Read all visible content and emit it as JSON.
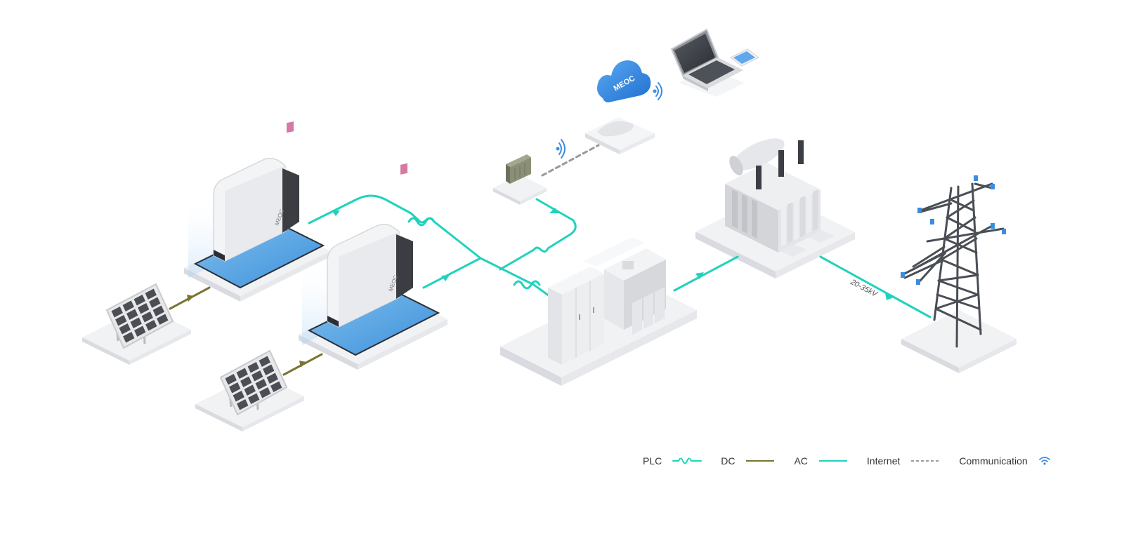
{
  "colors": {
    "ac": "#20d2bd",
    "dc": "#7b7431",
    "internet": "#9a9a9a",
    "wifi": "#3a8de0",
    "cloud": "#2f86e0",
    "panel_blue": "#5aa8e6",
    "platform": "#f1f2f4"
  },
  "nodes": {
    "cloud": {
      "icon": "cloud-icon",
      "label": "MEOC"
    },
    "inverter_1": {
      "icon": "inverter-icon",
      "brand": "MEOC"
    },
    "inverter_2": {
      "icon": "inverter-icon",
      "brand": "MEOC"
    },
    "solar_1": {
      "icon": "solar-panel-icon"
    },
    "solar_2": {
      "icon": "solar-panel-icon"
    },
    "datalogger": {
      "icon": "datalogger-icon"
    },
    "router": {
      "icon": "router-icon"
    },
    "laptop": {
      "icon": "laptop-icon"
    },
    "phone": {
      "icon": "phone-icon"
    },
    "switchgear": {
      "icon": "switchgear-cabinet-icon"
    },
    "transformer": {
      "icon": "transformer-icon"
    },
    "pylon": {
      "icon": "transmission-tower-icon"
    }
  },
  "line_label": "20-35kV",
  "legend": [
    {
      "key": "plc",
      "label": "PLC"
    },
    {
      "key": "dc",
      "label": "DC"
    },
    {
      "key": "ac",
      "label": "AC"
    },
    {
      "key": "internet",
      "label": "Internet"
    },
    {
      "key": "communication",
      "label": "Communication"
    }
  ]
}
